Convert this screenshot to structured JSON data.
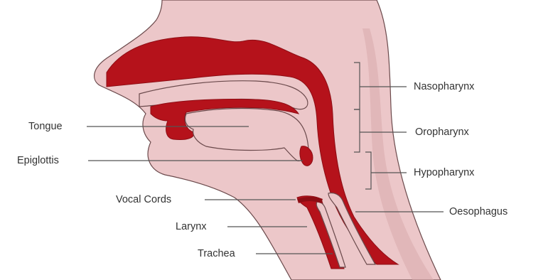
{
  "colors": {
    "skin": "#ecc7c9",
    "skin_dark": "#d9a9ac",
    "outline": "#6b4a4c",
    "airway": "#b5121b",
    "airway_dark": "#8e0d14",
    "line": "#555555",
    "text": "#333333"
  },
  "labels": {
    "tongue": "Tongue",
    "epiglottis": "Epiglottis",
    "vocal_cords": "Vocal Cords",
    "larynx": "Larynx",
    "trachea": "Trachea",
    "nasopharynx": "Nasopharynx",
    "oropharynx": "Oropharynx",
    "hypopharynx": "Hypopharynx",
    "oesophagus": "Oesophagus"
  }
}
